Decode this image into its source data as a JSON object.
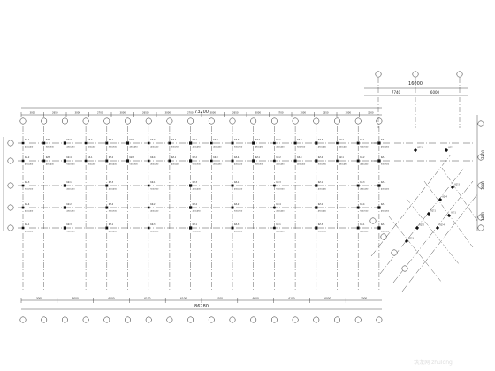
{
  "drawing": {
    "dimension_labels": {
      "overall_top": "73200",
      "overall_bottom": "86280",
      "wing_top": "16000",
      "wing_sub_a": "7740",
      "wing_sub_b": "6000",
      "right_side_a": "7800",
      "right_side_b": "3000",
      "right_side_c": "3800"
    },
    "top_spans": [
      "3000",
      "2650",
      "3000",
      "2700",
      "3000",
      "2650",
      "3000",
      "2700",
      "3000",
      "2650",
      "3000",
      "2700",
      "3000",
      "2650",
      "3000",
      "3000"
    ],
    "bottom_spans": [
      "3000",
      "6000",
      "6100",
      "6100",
      "6100",
      "6100",
      "6000",
      "6100",
      "6000",
      "3000"
    ],
    "column_tags": [
      "KZ-1",
      "KZ-2",
      "KZ-3",
      "KZ-4"
    ],
    "column_sizes": [
      "400x400",
      "450x450",
      "500x500"
    ],
    "watermark": "筑龙网 zhulong"
  }
}
